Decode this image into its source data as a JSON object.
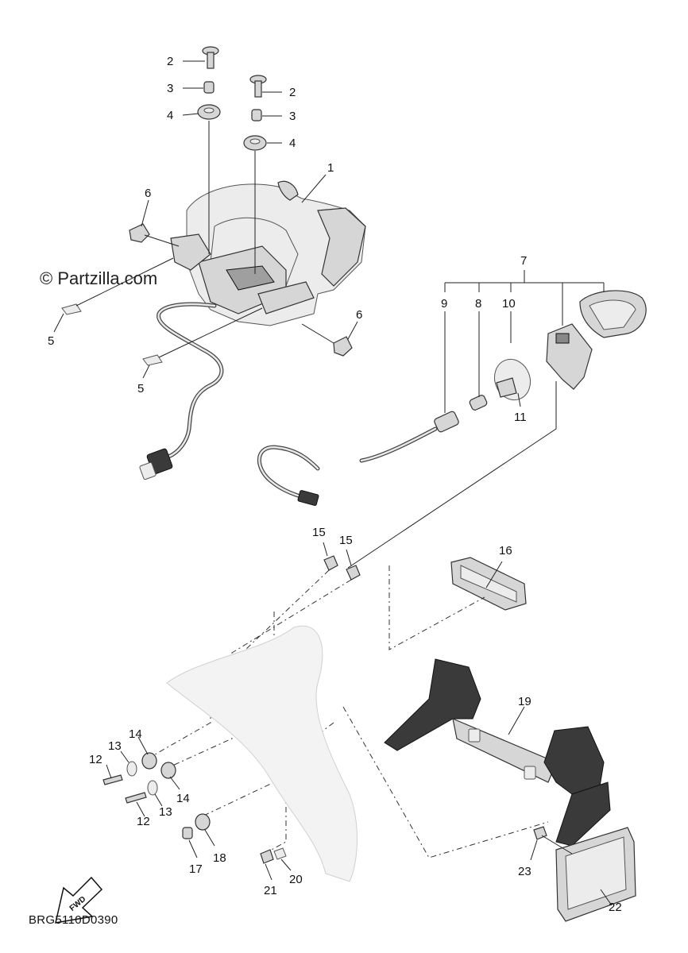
{
  "watermark": "© Partzilla.com",
  "diagram_code": "BRG5110D0390",
  "fwd_label": "FWD",
  "callouts": [
    {
      "id": "c2a",
      "text": "2"
    },
    {
      "id": "c3a",
      "text": "3"
    },
    {
      "id": "c4a",
      "text": "4"
    },
    {
      "id": "c2b",
      "text": "2"
    },
    {
      "id": "c3b",
      "text": "3"
    },
    {
      "id": "c4b",
      "text": "4"
    },
    {
      "id": "c1",
      "text": "1"
    },
    {
      "id": "c6a",
      "text": "6"
    },
    {
      "id": "c6b",
      "text": "6"
    },
    {
      "id": "c5a",
      "text": "5"
    },
    {
      "id": "c5b",
      "text": "5"
    },
    {
      "id": "c7",
      "text": "7"
    },
    {
      "id": "c9",
      "text": "9"
    },
    {
      "id": "c8",
      "text": "8"
    },
    {
      "id": "c10",
      "text": "10"
    },
    {
      "id": "c11",
      "text": "11"
    },
    {
      "id": "c15a",
      "text": "15"
    },
    {
      "id": "c15b",
      "text": "15"
    },
    {
      "id": "c16",
      "text": "16"
    },
    {
      "id": "c19",
      "text": "19"
    },
    {
      "id": "c14a",
      "text": "14"
    },
    {
      "id": "c13a",
      "text": "13"
    },
    {
      "id": "c12a",
      "text": "12"
    },
    {
      "id": "c14b",
      "text": "14"
    },
    {
      "id": "c12b",
      "text": "12"
    },
    {
      "id": "c13b",
      "text": "13"
    },
    {
      "id": "c18",
      "text": "18"
    },
    {
      "id": "c17",
      "text": "17"
    },
    {
      "id": "c21",
      "text": "21"
    },
    {
      "id": "c20",
      "text": "20"
    },
    {
      "id": "c23",
      "text": "23"
    },
    {
      "id": "c22",
      "text": "22"
    }
  ]
}
